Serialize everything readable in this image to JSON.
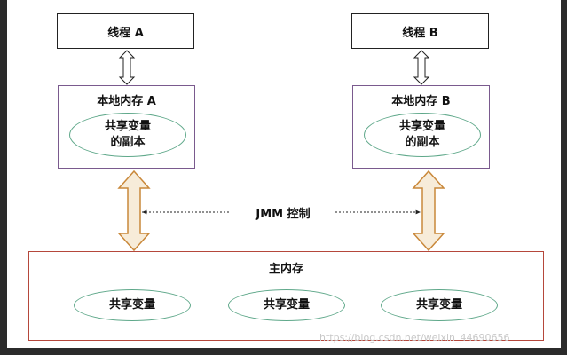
{
  "thread_a": {
    "label": "线程 A"
  },
  "thread_b": {
    "label": "线程 B"
  },
  "local_a": {
    "title": "本地内存 A",
    "copy_label": "共享变量\n的副本"
  },
  "local_b": {
    "title": "本地内存 B",
    "copy_label": "共享变量\n的副本"
  },
  "jmm_control": {
    "label": "JMM 控制"
  },
  "main_memory": {
    "title": "主内存",
    "shared_vars": [
      "共享变量",
      "共享变量",
      "共享变量"
    ]
  },
  "watermark": "https://blog.csdn.net/weixin_44690656",
  "colors": {
    "local_border": "#7a5a8e",
    "ellipse_border": "#5fa88a",
    "main_border": "#b5473b",
    "arrow_outline": "#c9883a",
    "arrow_fill": "#f7ecd9"
  }
}
